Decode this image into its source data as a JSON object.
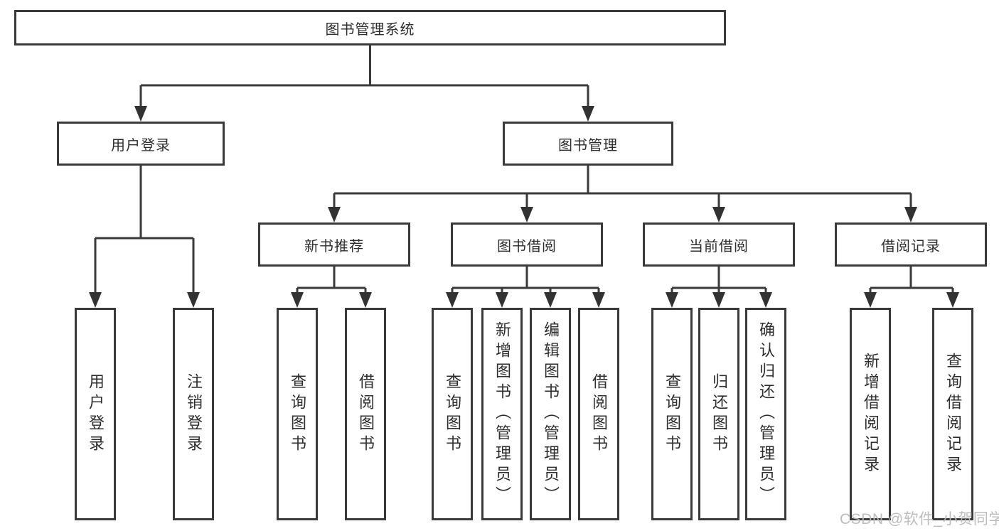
{
  "nodes": {
    "root": {
      "label": "图书管理系统"
    },
    "user_login": {
      "label": "用户登录"
    },
    "book_mgmt": {
      "label": "图书管理"
    },
    "new_book_rec": {
      "label": "新书推荐"
    },
    "book_borrow": {
      "label": "图书借阅"
    },
    "current_borrow": {
      "label": "当前借阅"
    },
    "borrow_records": {
      "label": "借阅记录"
    },
    "leaf_user_login": {
      "label": "用户登录"
    },
    "leaf_logout": {
      "label": "注销登录"
    },
    "leaf_rec_search": {
      "label": "查询图书"
    },
    "leaf_rec_borrow": {
      "label": "借阅图书"
    },
    "leaf_bb_search": {
      "label": "查询图书"
    },
    "leaf_bb_add": {
      "label": "新增图书（管理员）"
    },
    "leaf_bb_edit": {
      "label": "编辑图书（管理员）"
    },
    "leaf_bb_borrow": {
      "label": "借阅图书"
    },
    "leaf_cb_search": {
      "label": "查询图书"
    },
    "leaf_cb_return": {
      "label": "归还图书"
    },
    "leaf_cb_confirm": {
      "label": "确认归还（管理员）"
    },
    "leaf_br_add": {
      "label": "新增借阅记录"
    },
    "leaf_br_search": {
      "label": "查询借阅记录"
    }
  },
  "hierarchy": {
    "图书管理系统": {
      "用户登录": [
        "用户登录",
        "注销登录"
      ],
      "图书管理": {
        "新书推荐": [
          "查询图书",
          "借阅图书"
        ],
        "图书借阅": [
          "查询图书",
          "新增图书（管理员）",
          "编辑图书（管理员）",
          "借阅图书"
        ],
        "当前借阅": [
          "查询图书",
          "归还图书",
          "确认归还（管理员）"
        ],
        "借阅记录": [
          "新增借阅记录",
          "查询借阅记录"
        ]
      }
    }
  },
  "watermark": {
    "text": "CSDN @软件_小贺同学"
  },
  "colors": {
    "line": "#3a3a3a",
    "box_border": "#3a3a3a",
    "text": "#2d2d2d",
    "watermark": "#b9b9b9",
    "background": "#ffffff"
  }
}
